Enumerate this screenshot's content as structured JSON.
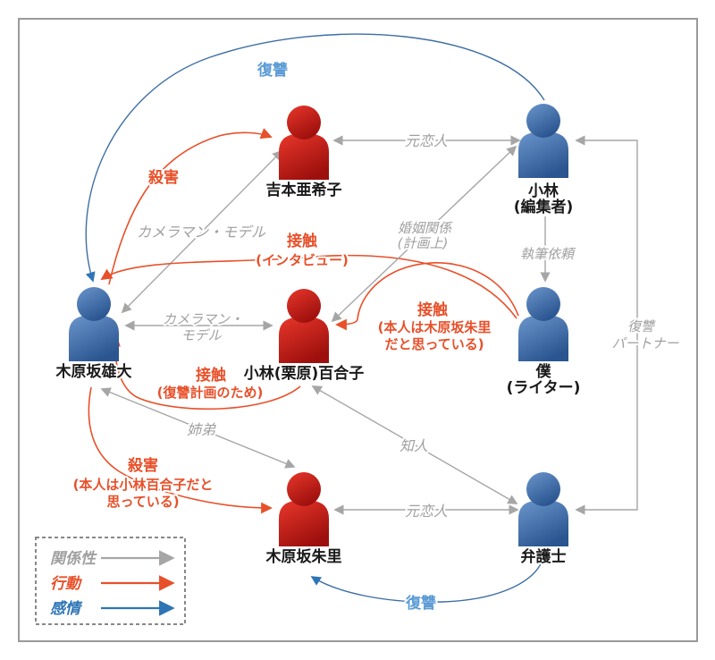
{
  "diagram": {
    "title": "character-relationship-chart",
    "people": [
      {
        "name": "吉本亜希子",
        "color": "red"
      },
      {
        "name": "小林",
        "sub": "(編集者)",
        "color": "blue"
      },
      {
        "name": "木原坂雄大",
        "color": "blue"
      },
      {
        "name": "小林(栗原)百合子",
        "color": "red"
      },
      {
        "name": "僕",
        "sub": "(ライター)",
        "color": "blue"
      },
      {
        "name": "木原坂朱里",
        "color": "red"
      },
      {
        "name": "弁護士",
        "color": "blue"
      }
    ],
    "relations": [
      {
        "type": "emotion",
        "from": "小林(編集者)",
        "to": "木原坂雄大",
        "lines": [
          "復讐"
        ]
      },
      {
        "type": "action",
        "from": "木原坂雄大",
        "to": "吉本亜希子",
        "lines": [
          "殺害"
        ]
      },
      {
        "type": "relationship",
        "mutual": true,
        "from": "吉本亜希子",
        "to": "小林(編集者)",
        "lines": [
          "元恋人"
        ]
      },
      {
        "type": "relationship",
        "mutual": true,
        "from": "木原坂雄大",
        "to": "吉本亜希子",
        "lines": [
          "カメラマン・モデル"
        ]
      },
      {
        "type": "action",
        "from": "僕(ライター)",
        "to": "木原坂雄大",
        "lines": [
          "接触",
          "(インタビュー)"
        ]
      },
      {
        "type": "relationship",
        "mutual": true,
        "from": "小林(栗原)百合子",
        "to": "小林(編集者)",
        "lines": [
          "婚姻関係",
          "(計画上)"
        ]
      },
      {
        "type": "relationship",
        "from": "小林(編集者)",
        "to": "僕(ライター)",
        "lines": [
          "執筆依頼"
        ]
      },
      {
        "type": "relationship",
        "mutual": true,
        "from": "木原坂雄大",
        "to": "小林(栗原)百合子",
        "lines": [
          "カメラマン・",
          "モデル"
        ]
      },
      {
        "type": "action",
        "from": "僕(ライター)",
        "to": "小林(栗原)百合子",
        "lines": [
          "接触",
          "(本人は木原坂朱里",
          "だと思っている)"
        ]
      },
      {
        "type": "relationship",
        "mutual": true,
        "from": "小林(編集者)",
        "to": "弁護士",
        "lines": [
          "復讐",
          "パートナー"
        ]
      },
      {
        "type": "action",
        "from": "小林(栗原)百合子",
        "to": "木原坂雄大",
        "lines": [
          "接触",
          "(復讐計画のため)"
        ]
      },
      {
        "type": "relationship",
        "mutual": true,
        "from": "木原坂雄大",
        "to": "木原坂朱里",
        "lines": [
          "姉弟"
        ]
      },
      {
        "type": "relationship",
        "mutual": true,
        "from": "小林(栗原)百合子",
        "to": "弁護士",
        "lines": [
          "知人"
        ]
      },
      {
        "type": "action",
        "from": "木原坂雄大",
        "to": "木原坂朱里",
        "lines": [
          "殺害",
          "(本人は小林百合子だと",
          "思っている)"
        ]
      },
      {
        "type": "relationship",
        "mutual": true,
        "from": "木原坂朱里",
        "to": "弁護士",
        "lines": [
          "元恋人"
        ]
      },
      {
        "type": "emotion",
        "from": "弁護士",
        "to": "木原坂朱里",
        "lines": [
          "復讐"
        ]
      }
    ],
    "legend": {
      "items": [
        {
          "label": "関係性",
          "type": "relationship",
          "color": "#a0a0a0"
        },
        {
          "label": "行動",
          "type": "action",
          "color": "#e8502a"
        },
        {
          "label": "感情",
          "type": "emotion",
          "color": "#2e75b6"
        }
      ]
    },
    "colors": {
      "relationship_line": "#a6a6a6",
      "action_line": "#e8502a",
      "emotion_line": "#3d6ea5",
      "emotion_label": "#5b9bd5",
      "person_red": "#c01712",
      "person_blue": "#33619e"
    }
  }
}
